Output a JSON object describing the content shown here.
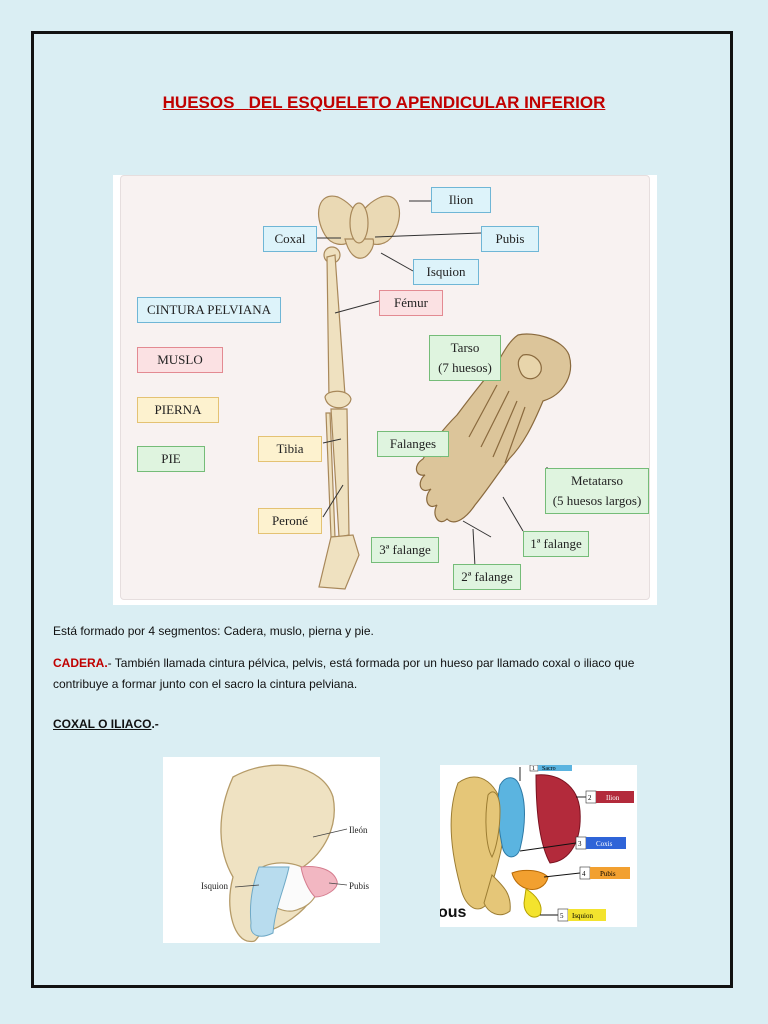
{
  "title_part1": "HUESOS",
  "title_part2": "DEL ESQUELETO APENDICULAR INFERIOR",
  "figure1": {
    "ilion": "Ilion",
    "coxal": "Coxal",
    "pubis": "Pubis",
    "isquion": "Isquion",
    "femur": "Fémur",
    "cintura": "CINTURA PELVIANA",
    "muslo": "MUSLO",
    "pierna": "PIERNA",
    "pie": "PIE",
    "tarso_line1": "Tarso",
    "tarso_line2": "(7 huesos)",
    "falanges": "Falanges",
    "tibia": "Tibia",
    "perone": "Peroné",
    "metatarso_line1": "Metatarso",
    "metatarso_line2": "(5 huesos largos)",
    "falange1": "1ª falange",
    "falange2": "2ª falange",
    "falange3": "3ª falange"
  },
  "paragraph1": "Está formado por  4  segmentos: Cadera, muslo, pierna y pie.",
  "cadera_label": "CADERA.",
  "cadera_text_line1": "- También llamada cintura pélvica, pelvis, está formada por un hueso par llamado coxal o iliaco que",
  "cadera_text_line2": "contribuye a formar junto con el sacro la cintura pelviana.",
  "coxal_heading": "COXAL O ILIACO",
  "coxal_heading_suffix": ".-",
  "figure2": {
    "ileon": "Ileón",
    "isquion": "Isquion",
    "pubis": "Pubis"
  },
  "figure3": {
    "n1": "1",
    "sacro": "Sacro",
    "n2": "2",
    "ilion": "Ilion",
    "n3": "3",
    "coxis": "Coxis",
    "n4": "4",
    "pubis": "Pubis",
    "n5": "5",
    "isquion": "Isquion",
    "partial": "ous"
  },
  "colors": {
    "background": "#daeef3",
    "title": "#c00000",
    "cadera": "#c00000"
  }
}
